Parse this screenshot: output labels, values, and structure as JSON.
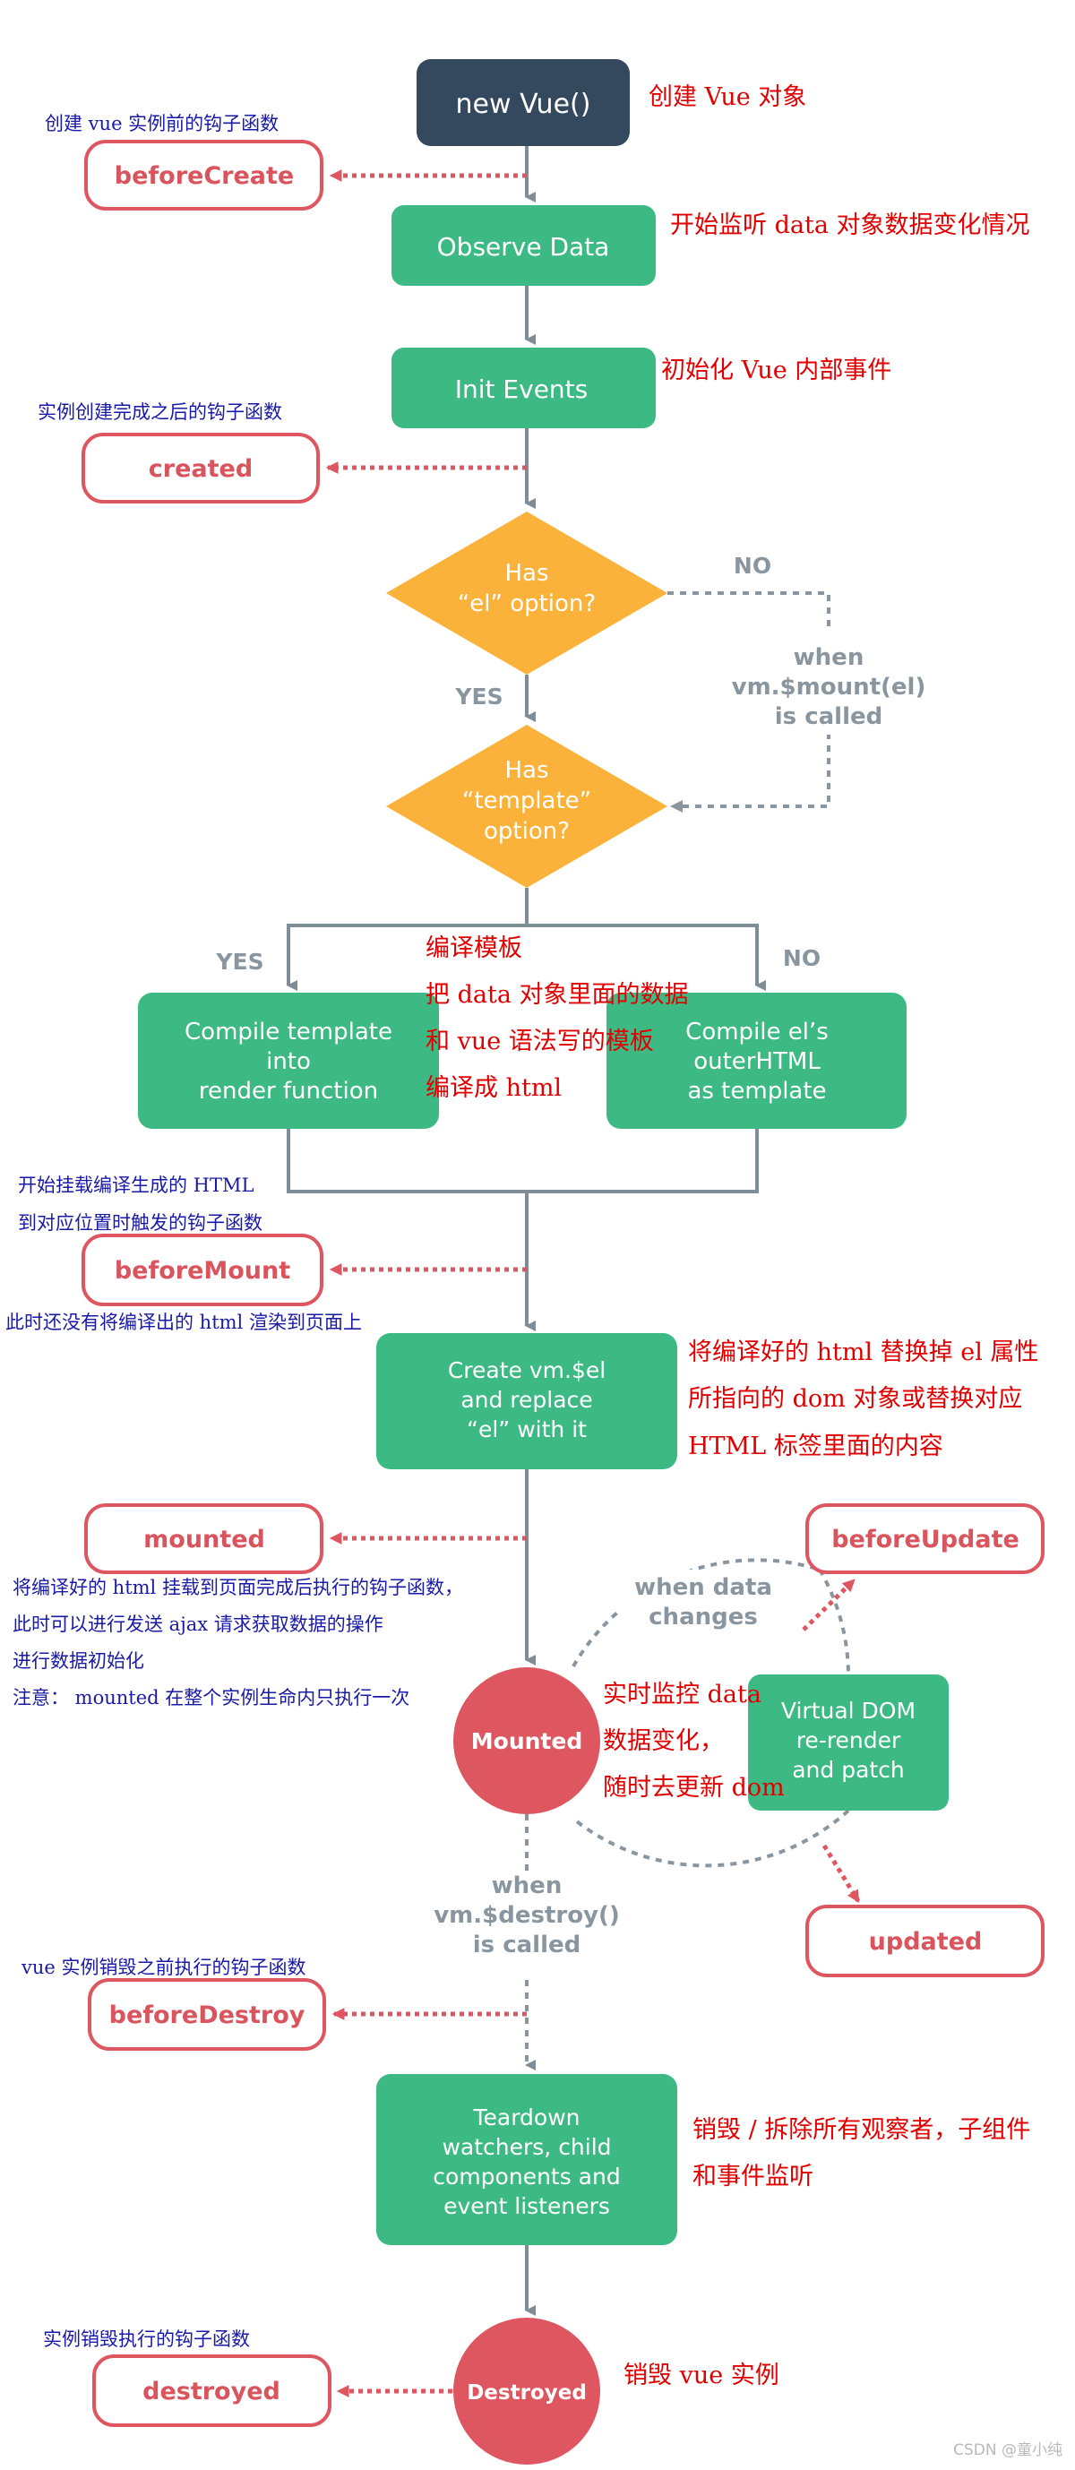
{
  "colors": {
    "navy": "#35495e",
    "green": "#3dba84",
    "orange": "#fbb23a",
    "red": "#dd5660",
    "gray_line": "#7f8d97",
    "note_red": "#e00000",
    "note_blue": "#1a1aa8"
  },
  "nodes": {
    "new_vue": "new Vue()",
    "observe_data": "Observe Data",
    "init_events": "Init Events",
    "has_el": [
      "Has",
      "“el” option?"
    ],
    "has_template": [
      "Has",
      "“template”",
      "option?"
    ],
    "compile_template": [
      "Compile template",
      "into",
      "render function"
    ],
    "compile_el": [
      "Compile el’s",
      "outerHTML",
      "as template"
    ],
    "create_el": [
      "Create vm.$el",
      "and replace",
      "“el” with it"
    ],
    "mounted_state": "Mounted",
    "virtual_dom": [
      "Virtual DOM",
      "re-render",
      "and patch"
    ],
    "teardown": [
      "Teardown",
      "watchers, child",
      "components and",
      "event listeners"
    ],
    "destroyed_state": "Destroyed"
  },
  "hooks": {
    "before_create": "beforeCreate",
    "created": "created",
    "before_mount": "beforeMount",
    "mounted": "mounted",
    "before_update": "beforeUpdate",
    "updated": "updated",
    "before_destroy": "beforeDestroy",
    "destroyed": "destroyed"
  },
  "edge_labels": {
    "no_1": "NO",
    "yes_1": "YES",
    "when_mount": [
      "when",
      "vm.$mount(el)",
      "is called"
    ],
    "yes_2": "YES",
    "no_2": "NO",
    "when_data_changes": [
      "when data",
      "changes"
    ],
    "when_destroy": [
      "when",
      "vm.$destroy()",
      "is called"
    ]
  },
  "annotations": {
    "new_vue_note": "创建 Vue 对象",
    "before_create_note": "创建 vue 实例前的钩子函数",
    "observe_note": "开始监听 data 对象数据变化情况",
    "init_events_note": "初始化 Vue 内部事件",
    "created_note": "实例创建完成之后的钩子函数",
    "compile_notes": [
      "编译模板",
      "把 data 对象里面的数据",
      "和 vue 语法写的模板",
      "编译成 html"
    ],
    "before_mount_notes": [
      "开始挂载编译生成的 HTML",
      "到对应位置时触发的钩子函数"
    ],
    "before_mount_after": "此时还没有将编译出的 html 渲染到页面上",
    "create_el_notes": [
      "将编译好的 html 替换掉 el 属性",
      "所指向的 dom 对象或替换对应",
      "HTML 标签里面的内容"
    ],
    "mounted_notes": [
      "将编译好的 html 挂载到页面完成后执行的钩子函数，",
      "此时可以进行发送 ajax 请求获取数据的操作",
      "进行数据初始化",
      "注意： mounted 在整个实例生命内只执行一次"
    ],
    "update_notes": [
      "实时监控 data",
      "数据变化，",
      "随时去更新 dom"
    ],
    "before_destroy_note": "vue 实例销毁之前执行的钩子函数",
    "teardown_notes": [
      "销毁 / 拆除所有观察者，子组件",
      "和事件监听"
    ],
    "destroyed_note": "实例销毁执行的钩子函数",
    "destroyed_state_note": "销毁 vue 实例"
  },
  "watermark": "CSDN @童小纯"
}
